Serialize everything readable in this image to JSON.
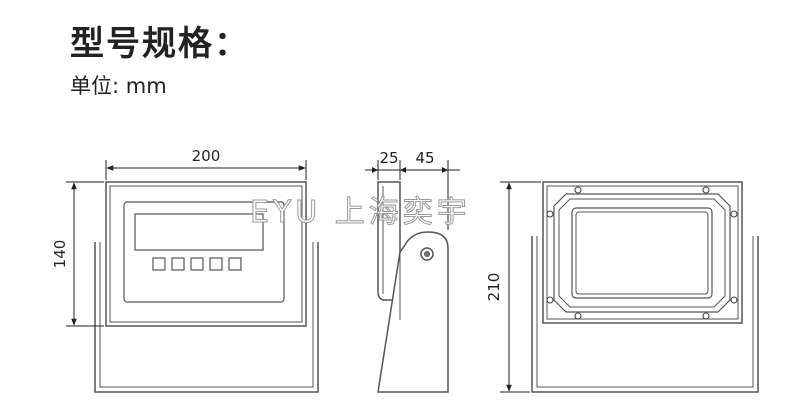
{
  "heading": {
    "title": "型号规格：",
    "unit": "单位: mm"
  },
  "dimensions": {
    "front_width": "200",
    "front_height": "140",
    "side_depth_a": "25",
    "side_depth_b": "45",
    "back_height": "210"
  },
  "watermark": "EYU 上海奕宇"
}
